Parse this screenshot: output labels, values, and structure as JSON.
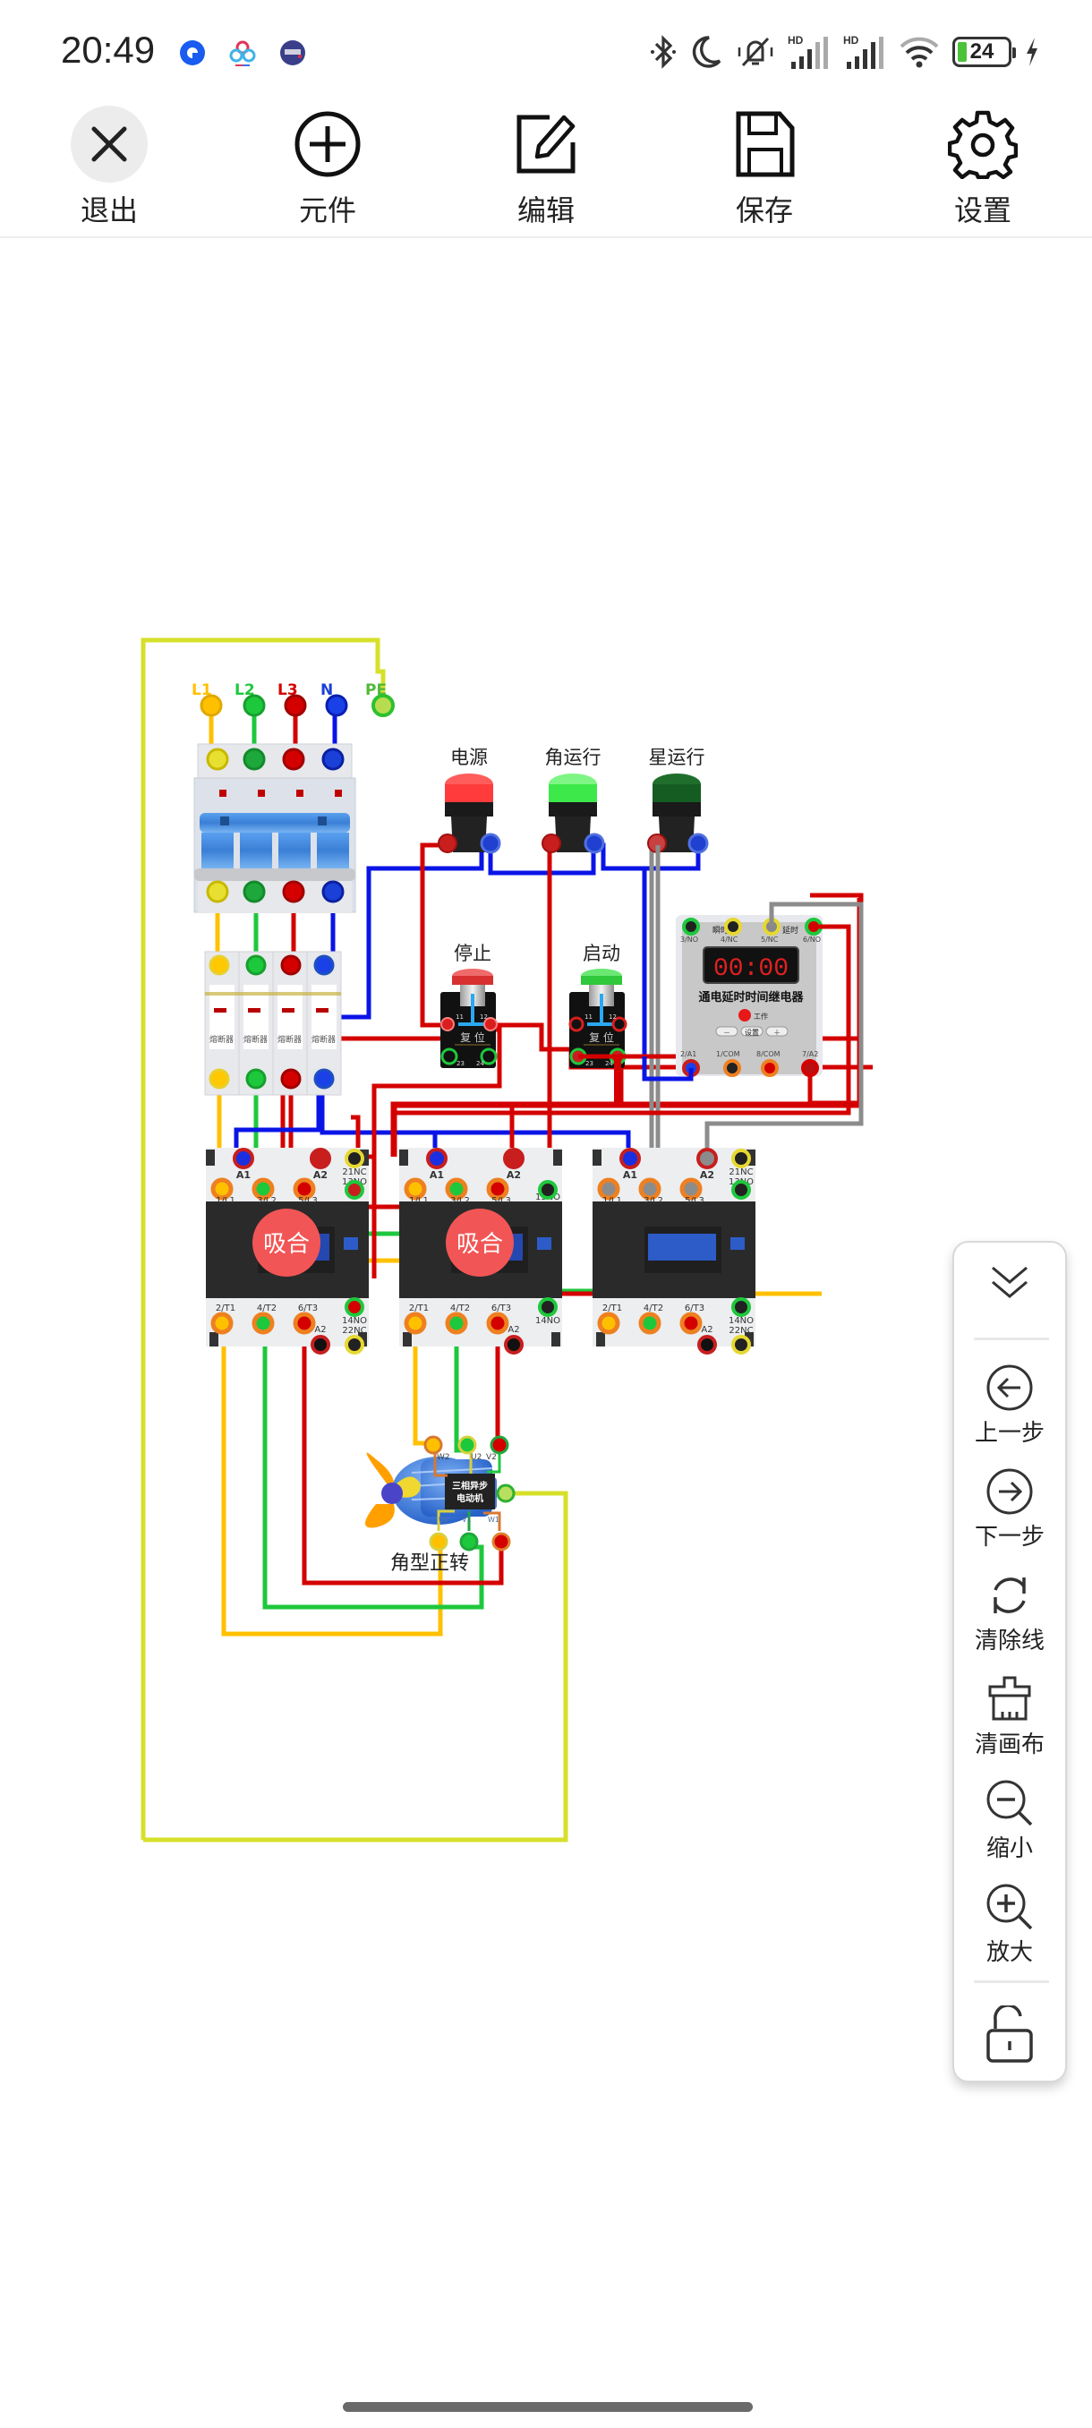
{
  "status_bar": {
    "time": "20:49",
    "notification_apps": [
      "blue-circle-app-icon",
      "cloud-app-icon",
      "train-app-icon"
    ],
    "icons": [
      "bluetooth-icon",
      "moon-icon",
      "mute-icon",
      "hd-signal-icon",
      "hd-signal-icon",
      "wifi-icon"
    ],
    "battery_percent": "24",
    "charging": true
  },
  "toolbar": {
    "items": [
      {
        "label": "退出",
        "icon": "close-icon"
      },
      {
        "label": "元件",
        "icon": "plus-circle-icon"
      },
      {
        "label": "编辑",
        "icon": "edit-icon"
      },
      {
        "label": "保存",
        "icon": "save-icon"
      },
      {
        "label": "设置",
        "icon": "gear-icon"
      }
    ]
  },
  "circuit": {
    "power_terminals": [
      "L1",
      "L2",
      "L3",
      "N",
      "PE"
    ],
    "fuse_label": "熔断器",
    "lamps": [
      {
        "label": "电源",
        "color": "#ff3b3b"
      },
      {
        "label": "角运行",
        "color": "#3de84a"
      },
      {
        "label": "星运行",
        "color": "#145c22"
      }
    ],
    "buttons": [
      {
        "label": "停止",
        "cap_color": "#e33a3a",
        "reset_text": "复 位",
        "terminals": [
          "11",
          "12",
          "23",
          "24"
        ]
      },
      {
        "label": "启动",
        "cap_color": "#3ed64a",
        "reset_text": "复 位",
        "terminals": [
          "11",
          "12",
          "23",
          "24"
        ]
      }
    ],
    "timer_relay": {
      "title": "通电延时时间继电器",
      "display": "00:00",
      "work_label": "工作",
      "minus_label": "－",
      "set_label": "设置",
      "plus_label": "＋",
      "top_group_labels": [
        "瞬时",
        "延时"
      ],
      "top_terminals": [
        "3/NO",
        "4/NC",
        "5/NC",
        "6/NO"
      ],
      "bottom_terminals": [
        "2/A1",
        "1/COM",
        "8/COM",
        "7/A2"
      ]
    },
    "contactors": [
      {
        "state_label": "吸合",
        "energized": true,
        "top_terminals": [
          "A1",
          "A2",
          "21NC",
          "13NO"
        ],
        "line_terminals": [
          "1/L1",
          "3/L2",
          "5/L3"
        ],
        "load_terminals": [
          "2/T1",
          "4/T2",
          "6/T3"
        ],
        "aux_bottom": [
          "14NO",
          "22NC"
        ],
        "a2_bottom": "A2"
      },
      {
        "state_label": "吸合",
        "energized": true,
        "top_terminals": [
          "A1",
          "A2",
          "13NO"
        ],
        "line_terminals": [
          "1/L1",
          "3/L2",
          "5/L3"
        ],
        "load_terminals": [
          "2/T1",
          "4/T2",
          "6/T3"
        ],
        "aux_bottom": [
          "14NO"
        ],
        "a2_bottom": "A2"
      },
      {
        "state_label": "",
        "energized": false,
        "top_terminals": [
          "A1",
          "A2",
          "21NC",
          "13NO"
        ],
        "line_terminals": [
          "1/L1",
          "3/L2",
          "5/L3"
        ],
        "load_terminals": [
          "2/T1",
          "4/T2",
          "6/T3"
        ],
        "aux_bottom": [
          "14NO",
          "22NC"
        ],
        "a2_bottom": "A2"
      }
    ],
    "motor": {
      "name": "三相异步电动机",
      "name_line1": "三相异步",
      "name_line2": "电动机",
      "caption": "角型正转",
      "top_terminals": [
        "W2",
        "U2",
        "V2"
      ],
      "bottom_terminals": [
        "U1",
        "V1",
        "W1"
      ]
    },
    "wire_colors": {
      "L1": "#ffc000",
      "L2": "#1ec83c",
      "L3": "#d40000",
      "N": "#0a14e6",
      "PE": "#d6e02a",
      "aux": "#8c8c8c"
    }
  },
  "side_panel": {
    "collapse_icon": "double-chevron-down-icon",
    "items": [
      {
        "label": "上一步",
        "icon": "undo-arrow-icon"
      },
      {
        "label": "下一步",
        "icon": "redo-arrow-icon"
      },
      {
        "label": "清除线",
        "icon": "refresh-icon"
      },
      {
        "label": "清画布",
        "icon": "broom-icon"
      },
      {
        "label": "缩小",
        "icon": "zoom-out-icon"
      },
      {
        "label": "放大",
        "icon": "zoom-in-icon"
      }
    ],
    "lock_icon": "unlock-icon"
  }
}
